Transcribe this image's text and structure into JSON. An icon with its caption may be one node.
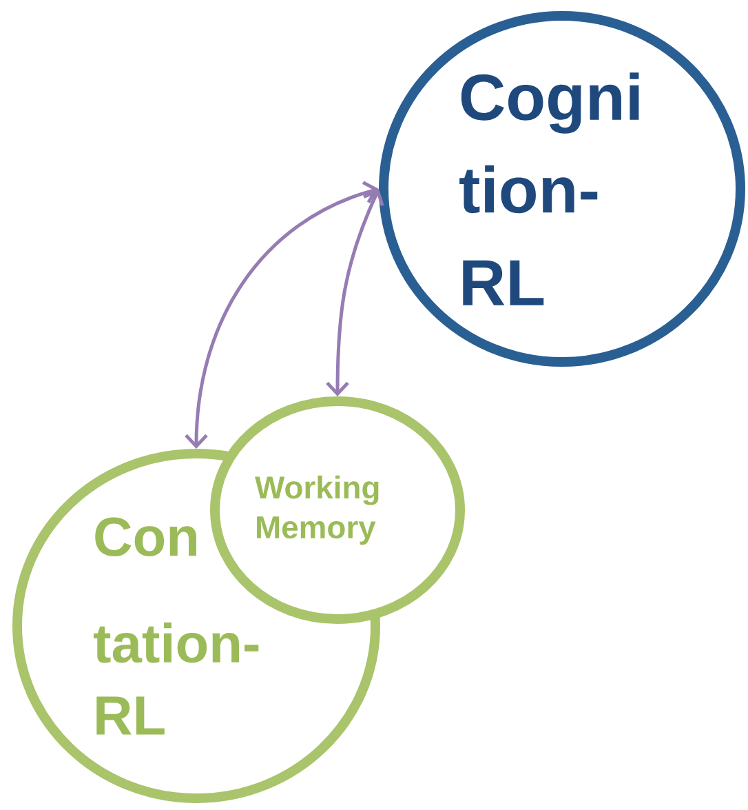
{
  "diagram": {
    "nodes": [
      {
        "text": [
          "Cogni tion- RL"
        ]
      },
      {
        "text": [
          "Con tation- RL"
        ]
      },
      {
        "text": [
          "Working Memory"
        ]
      }
    ],
    "edges": [
      {
        "from": 0,
        "to": 1,
        "arrow": "both"
      },
      {
        "from": 0,
        "to": 2,
        "arrow": "both"
      }
    ]
  }
}
